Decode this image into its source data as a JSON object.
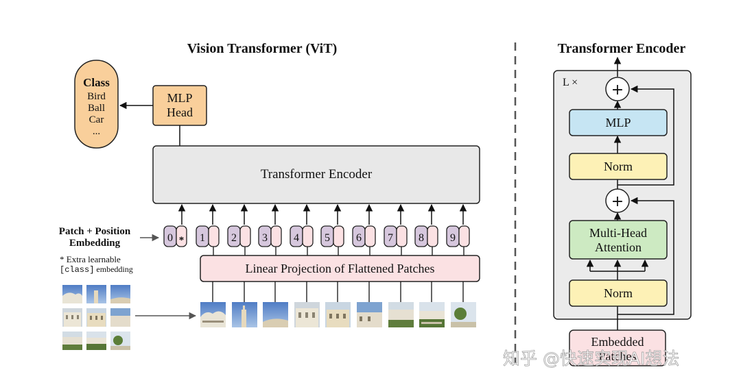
{
  "vit": {
    "title": "Vision Transformer (ViT)",
    "class_box": {
      "heading": "Class",
      "items": [
        "Bird",
        "Ball",
        "Car",
        "..."
      ]
    },
    "mlp_head": {
      "line1": "MLP",
      "line2": "Head"
    },
    "encoder_label": "Transformer Encoder",
    "embedding_label": {
      "line1": "Patch + Position",
      "line2": "Embedding"
    },
    "footnote": {
      "line1": "* Extra learnable",
      "code": "[class]",
      "rest": " embedding"
    },
    "tokens": [
      "0",
      "1",
      "2",
      "3",
      "4",
      "5",
      "6",
      "7",
      "8",
      "9"
    ],
    "class_token_mark": "*",
    "projection_label": "Linear Projection of Flattened Patches"
  },
  "encoder_detail": {
    "title": "Transformer Encoder",
    "repeat_label": "L ×",
    "mlp": "MLP",
    "norm_top": "Norm",
    "mha": {
      "line1": "Multi-Head",
      "line2": "Attention"
    },
    "norm_bottom": "Norm",
    "input": {
      "line1": "Embedded",
      "line2": "Patches"
    },
    "add_symbol": "+"
  },
  "watermark": "知乎 @快速实现AI想法",
  "colors": {
    "class_fill": "#f9cf9b",
    "mlp_head_fill": "#f9cf9b",
    "encoder_fill": "#e8e8e8",
    "token_purple": "#d6c7dd",
    "token_pink": "#fbe1e3",
    "projection_fill": "#fbe1e3",
    "mlp_fill": "#c6e5f3",
    "norm_fill": "#fdf1b6",
    "mha_fill": "#cdeac2",
    "panel_fill": "#ebebeb"
  }
}
